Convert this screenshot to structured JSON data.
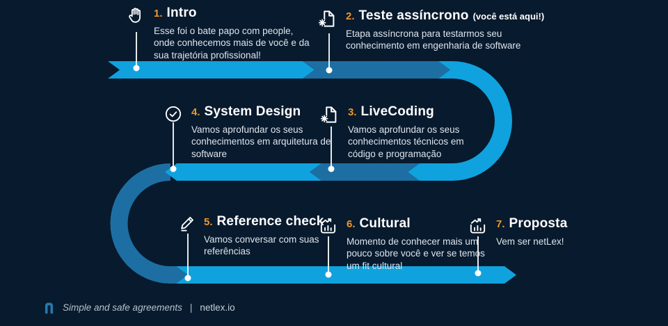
{
  "page": {
    "background": "#081a2d",
    "type": "hiring-process-infographic"
  },
  "colors": {
    "ribbon_bright_blue": "#10a2de",
    "ribbon_dark_blue": "#1d6fa3",
    "accent_orange": "#f0962e",
    "title_white": "#ffffff",
    "description_text": "#dde5ee",
    "footer_text": "#b6c2cd",
    "logo_blue": "#2579ad"
  },
  "steps": [
    {
      "number": "1.",
      "title": "Intro",
      "icon": "hand-icon",
      "description": "Esse foi o bate papo com people, onde conhecemos mais de você e da sua trajetória profissional!"
    },
    {
      "number": "2.",
      "title": "Teste assíncrono",
      "suffix": "(você está aqui!)",
      "icon": "document-star-icon",
      "description": "Etapa assíncrona para testarmos seu conhecimento em engenharia de software"
    },
    {
      "number": "3.",
      "title": "LiveCoding",
      "icon": "document-star-icon",
      "description": "Vamos aprofundar os seus conhecimentos técnicos em código e programação"
    },
    {
      "number": "4.",
      "title": "System Design",
      "icon": "check-circle-icon",
      "description": "Vamos aprofundar os seus conhecimentos em arquitetura de software"
    },
    {
      "number": "5.",
      "title": "Reference check",
      "icon": "pencil-icon",
      "description": "Vamos conversar com suas referências"
    },
    {
      "number": "6.",
      "title": "Cultural",
      "icon": "chart-growth-icon",
      "description": "Momento de conhecer mais um pouco sobre você e ver se temos um fit cultural"
    },
    {
      "number": "7.",
      "title": "Proposta",
      "icon": "chart-growth-icon",
      "description": "Vem ser netLex!"
    }
  ],
  "footer": {
    "logo": "netlex-n-logo",
    "tagline": "Simple and safe agreements",
    "separator": "|",
    "site": "netlex.io"
  }
}
